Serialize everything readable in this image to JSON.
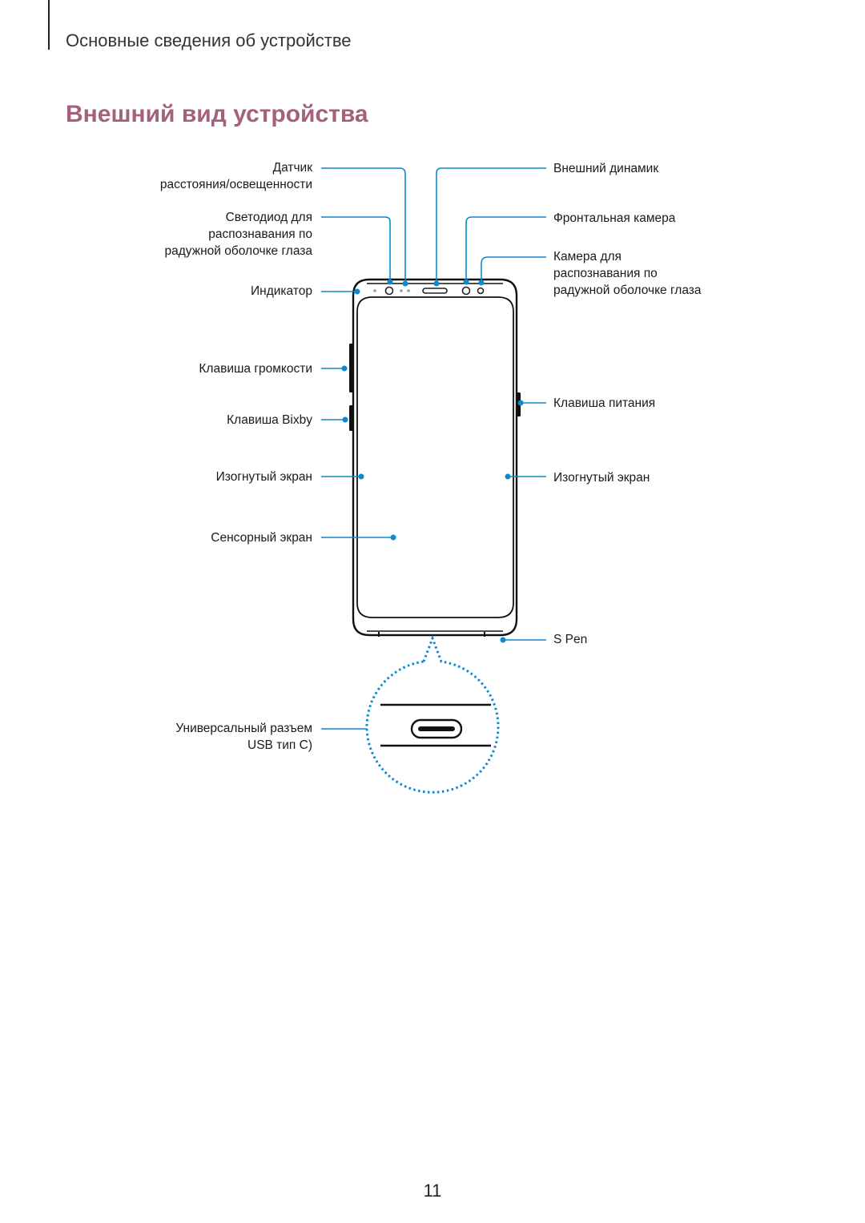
{
  "header": {
    "section": "Основные сведения об устройстве",
    "title": "Внешний вид устройства"
  },
  "colors": {
    "title": "#a3617f",
    "callout": "#0a8ad0",
    "device": "#111111"
  },
  "labels_left": {
    "proximity_sensor": "Датчик\nрасстояния/освещенности",
    "iris_led": "Светодиод для\nраспознавания по\nрадужной оболочке глаза",
    "indicator": "Индикатор",
    "volume_key": "Клавиша громкости",
    "bixby_key": "Клавиша Bixby",
    "edge_screen": "Изогнутый экран",
    "touchscreen": "Сенсорный экран",
    "usb_port": "Универсальный разъем\nUSB тип C)"
  },
  "labels_right": {
    "speaker": "Внешний динамик",
    "front_camera": "Фронтальная камера",
    "iris_camera": "Камера для\nраспознавания по\nрадужной оболочке глаза",
    "power_key": "Клавиша питания",
    "edge_screen": "Изогнутый экран",
    "s_pen": "S Pen"
  },
  "page_number": "11"
}
